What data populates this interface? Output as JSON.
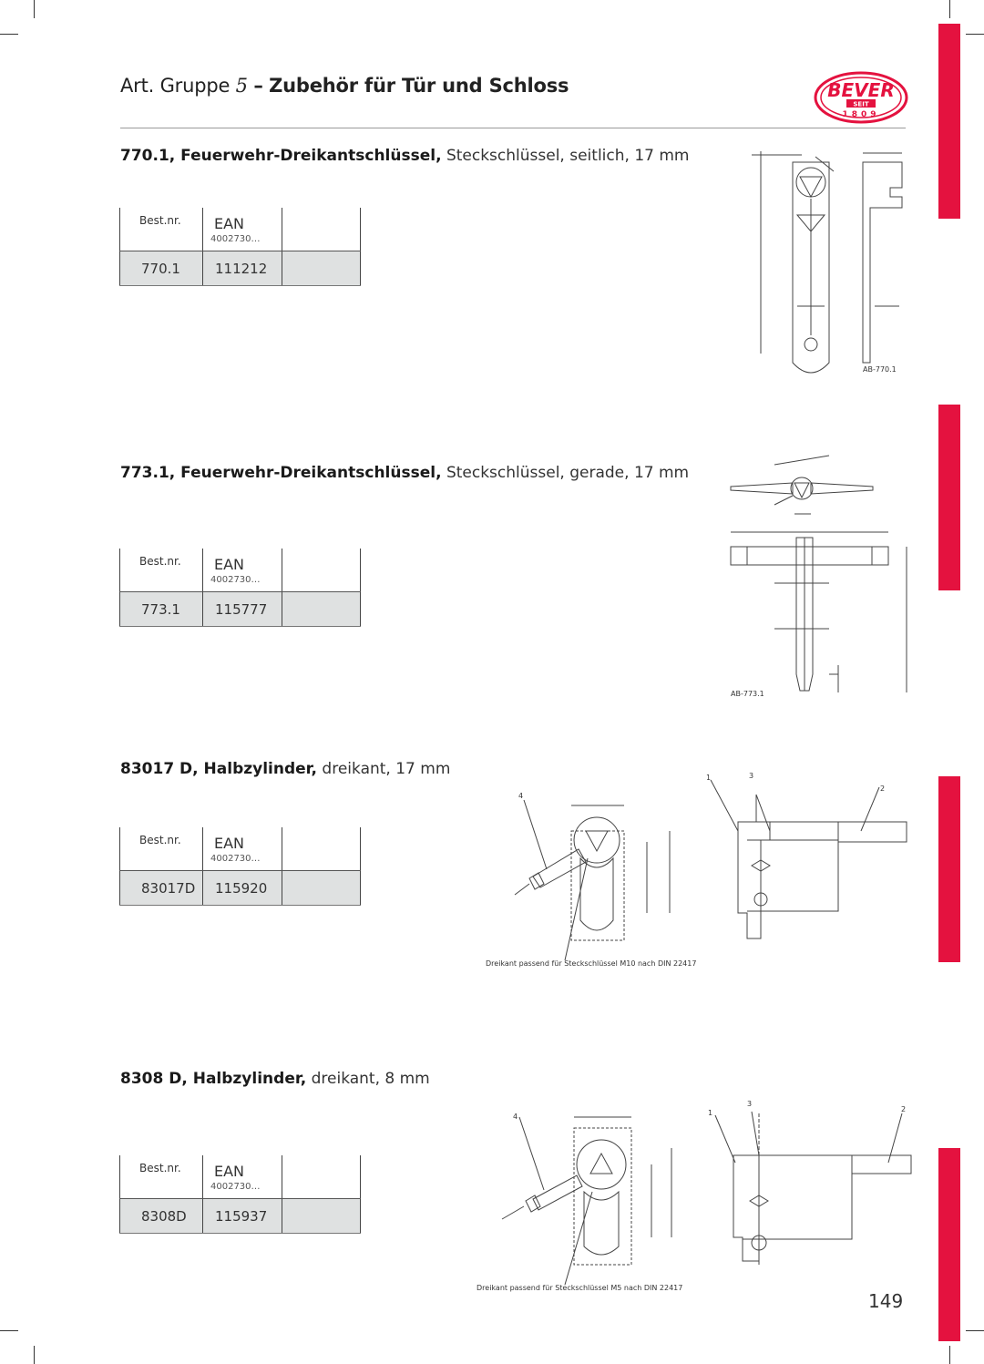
{
  "header": {
    "prefix": "Art. Gruppe",
    "group_number": "5",
    "dash": "–",
    "title": "Zubehör für Tür und Schloss"
  },
  "logo": {
    "name": "BEVER",
    "tagline": "SEIT",
    "year": "1809",
    "color": "#e4123f"
  },
  "products": [
    {
      "code_title": "770.1, Feuerwehr-Dreikantschlüssel,",
      "description": " Steckschlüssel, seitlich, 17 mm",
      "table": {
        "col1": "Best.nr.",
        "col2": "EAN",
        "col2_sub": "4002730…",
        "bestnr": "770.1",
        "ean": "111212"
      },
      "drawing_label": "AB-770.1"
    },
    {
      "code_title": "773.1, Feuerwehr-Dreikantschlüssel,",
      "description": " Steckschlüssel, gerade, 17 mm",
      "table": {
        "col1": "Best.nr.",
        "col2": "EAN",
        "col2_sub": "4002730…",
        "bestnr": "773.1",
        "ean": "115777"
      },
      "drawing_label": "AB-773.1"
    },
    {
      "code_title": "83017 D, Halbzylinder,",
      "description": " dreikant, 17 mm",
      "table": {
        "col1": "Best.nr.",
        "col2": "EAN",
        "col2_sub": "4002730…",
        "bestnr": "83017D",
        "ean": "115920"
      },
      "drawing_caption": "Dreikant passend für Steckschlüssel M10 nach DIN 22417"
    },
    {
      "code_title": "8308 D, Halbzylinder,",
      "description": " dreikant, 8 mm",
      "table": {
        "col1": "Best.nr.",
        "col2": "EAN",
        "col2_sub": "4002730…",
        "bestnr": "8308D",
        "ean": "115937"
      },
      "drawing_caption": "Dreikant passend für Steckschlüssel M5 nach DIN 22417"
    }
  ],
  "page_number": "149",
  "accent_color": "#e4123f"
}
